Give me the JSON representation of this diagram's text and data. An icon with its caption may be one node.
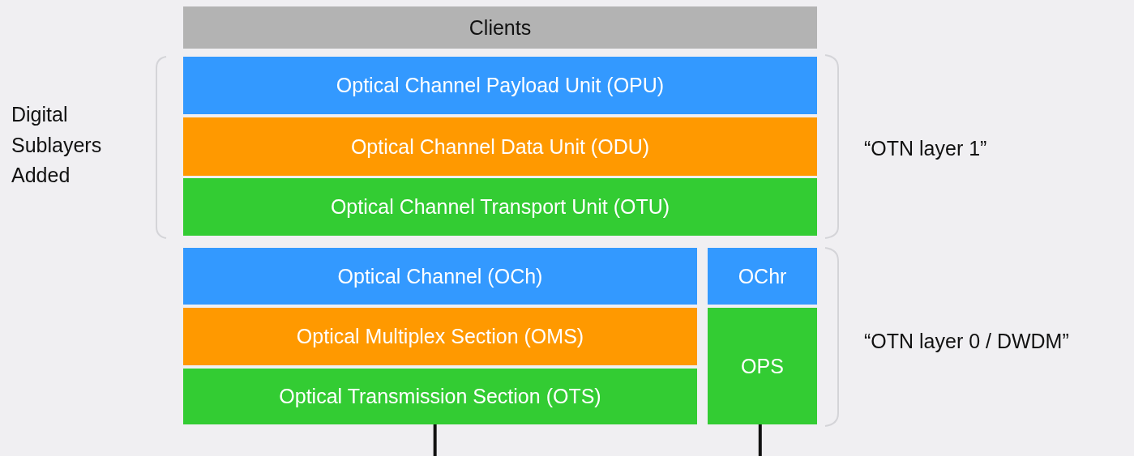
{
  "diagram": {
    "nodes": [
      {
        "text": [
          "Clients"
        ]
      },
      {
        "text": [
          "Optical Channel Payload Unit (OPU)"
        ]
      },
      {
        "text": [
          "Optical Channel Data Unit (ODU)"
        ]
      },
      {
        "text": [
          "Optical Channel Transport Unit (OTU)"
        ]
      },
      {
        "text": [
          "Optical Channel (OCh)"
        ]
      },
      {
        "text": [
          "OChr"
        ]
      },
      {
        "text": [
          "Optical Multiplex Section (OMS)"
        ]
      },
      {
        "text": [
          "OPS"
        ]
      },
      {
        "text": [
          "Optical Transmission Section (OTS)"
        ]
      }
    ],
    "edges": [
      {
        "from": 8,
        "to": null,
        "arrow": "none"
      },
      {
        "from": 7,
        "to": null,
        "arrow": "none"
      }
    ],
    "labels": [
      "Digital Sublayers Added",
      "“OTN layer 1”",
      "“OTN layer 0 / DWDM”"
    ]
  }
}
